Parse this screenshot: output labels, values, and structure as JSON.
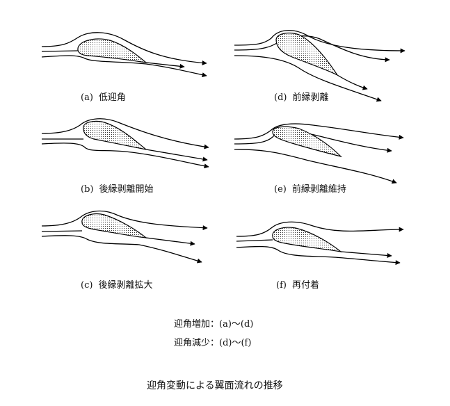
{
  "panels": [
    {
      "id": "a",
      "tag": "(a)",
      "label": "低迎角"
    },
    {
      "id": "b",
      "tag": "(b)",
      "label": "後縁剥離開始"
    },
    {
      "id": "c",
      "tag": "(c)",
      "label": "後縁剥離拡大"
    },
    {
      "id": "d",
      "tag": "(d)",
      "label": "前縁剥離"
    },
    {
      "id": "e",
      "tag": "(e)",
      "label": "前縁剥離維持"
    },
    {
      "id": "f",
      "tag": "(f)",
      "label": "再付着"
    }
  ],
  "legend": {
    "increase": "迎角増加：(a)～(d)",
    "decrease": "迎角減少：(d)～(f)"
  },
  "caption": "迎角変動による翼面流れの推移",
  "colors": {
    "line": "#000000",
    "foil_fill": "#ffffff",
    "dots": "#333333"
  }
}
